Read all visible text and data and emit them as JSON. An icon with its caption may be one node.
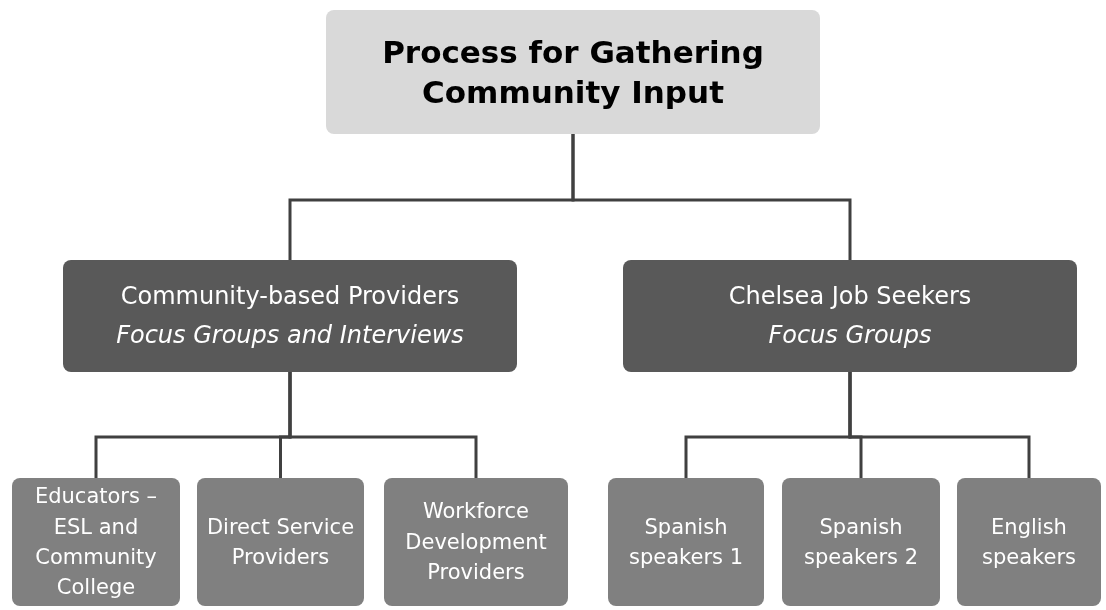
{
  "diagram": {
    "nodes": [
      {
        "text": [
          "Process for Gathering Community Input"
        ]
      },
      {
        "text": [
          "Community-based Providers",
          "Focus Groups and Interviews"
        ]
      },
      {
        "text": [
          "Chelsea Job Seekers",
          "Focus Groups"
        ]
      },
      {
        "text": [
          "Educators – ESL and Community College"
        ]
      },
      {
        "text": [
          "Direct Service Providers"
        ]
      },
      {
        "text": [
          "Workforce Development Providers"
        ]
      },
      {
        "text": [
          "Spanish speakers 1"
        ]
      },
      {
        "text": [
          "Spanish speakers 2"
        ]
      },
      {
        "text": [
          "English speakers"
        ]
      }
    ],
    "edges": [
      {
        "from": 0,
        "to": 1,
        "arrow": "none"
      },
      {
        "from": 0,
        "to": 2,
        "arrow": "none"
      },
      {
        "from": 1,
        "to": 3,
        "arrow": "none"
      },
      {
        "from": 1,
        "to": 4,
        "arrow": "none"
      },
      {
        "from": 1,
        "to": 5,
        "arrow": "none"
      },
      {
        "from": 2,
        "to": 6,
        "arrow": "none"
      },
      {
        "from": 2,
        "to": 7,
        "arrow": "none"
      },
      {
        "from": 2,
        "to": 8,
        "arrow": "none"
      }
    ]
  }
}
